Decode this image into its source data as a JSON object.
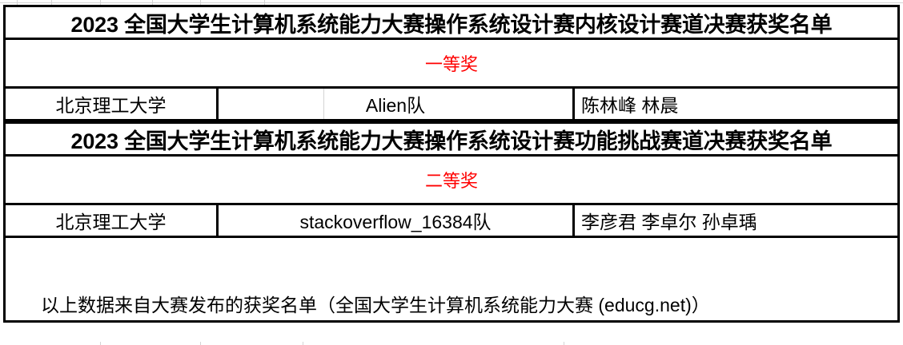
{
  "document": {
    "type": "spreadsheet-award-list",
    "accent_red": "#ff0000",
    "border_color": "#000000",
    "gridline_color": "#d4d4d4"
  },
  "sections": [
    {
      "title": "2023 全国大学生计算机系统能力大赛操作系统设计赛内核设计赛道决赛获奖名单",
      "award": "一等奖",
      "rows": [
        {
          "school": "北京理工大学",
          "team": "Alien队",
          "members": "陈林峰 林晨"
        }
      ]
    },
    {
      "title": "2023 全国大学生计算机系统能力大赛操作系统设计赛功能挑战赛道决赛获奖名单",
      "award": "二等奖",
      "rows": [
        {
          "school": "北京理工大学",
          "team": "stackoverflow_16384队",
          "members": "李彦君 李卓尔 孙卓瑀"
        }
      ]
    }
  ],
  "footnote": "以上数据来自大赛发布的获奖名单（全国大学生计算机系统能力大赛 (educg.net)）"
}
